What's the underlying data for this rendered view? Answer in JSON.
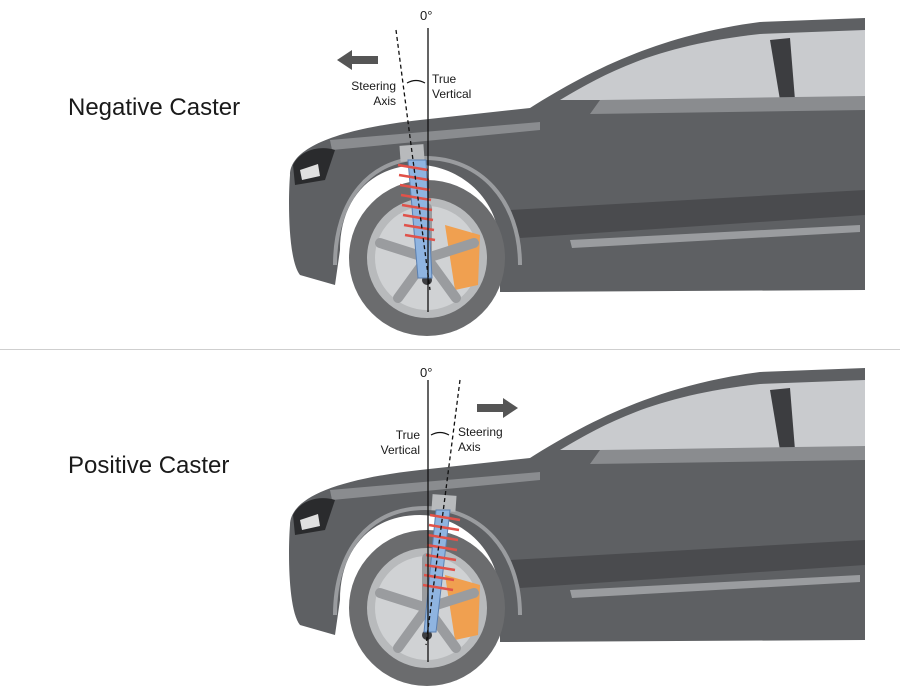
{
  "panels": [
    {
      "title": "Negative Caster",
      "degree_label": "0°",
      "steering_label_line1": "Steering",
      "steering_label_line2": "Axis",
      "vertical_label_line1": "True",
      "vertical_label_line2": "Vertical",
      "arrow_direction": "left",
      "steering_tilt": "rear-leaning top forward"
    },
    {
      "title": "Positive Caster",
      "degree_label": "0°",
      "steering_label_line1": "Steering",
      "steering_label_line2": "Axis",
      "vertical_label_line1": "True",
      "vertical_label_line2": "Vertical",
      "arrow_direction": "right",
      "steering_tilt": "top rearward"
    }
  ],
  "colors": {
    "body": "#5e6063",
    "body_dark": "#3c3d40",
    "body_light": "#8a8c8f",
    "glass": "#c9cbce",
    "tire": "#6b6c6e",
    "rim": "#b8babc",
    "spring": "#e0524a",
    "shaft": "#8fb4e0",
    "caliper": "#f0a050",
    "arrow": "#555555"
  }
}
